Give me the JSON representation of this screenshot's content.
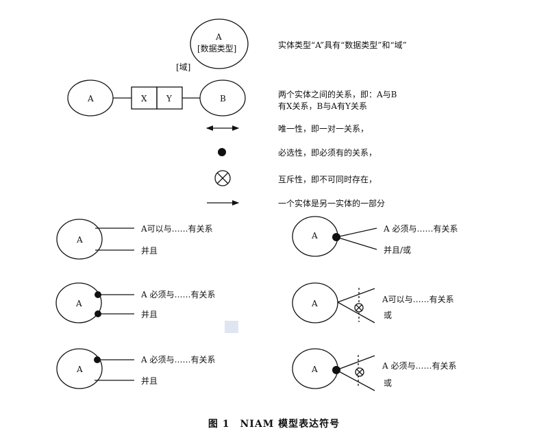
{
  "legend": {
    "entity_letter": "A",
    "data_type": "[数据类型]",
    "domain": "[域]",
    "entity_desc": "实体类型“A”具有“数据类型”和“域”",
    "rel_a": "A",
    "rel_b": "B",
    "rel_x": "X",
    "rel_y": "Y",
    "rel_desc_1": "两个实体之间的关系，即：A与B",
    "rel_desc_2": "有X关系，B与A有Y关系",
    "unique_desc": "唯一性，即一对一关系，",
    "mandatory_desc": "必选性，即必须有的关系，",
    "exclusive_desc": "互斥性，即不可同时存在，",
    "subtype_desc": "一个实体是另一实体的一部分"
  },
  "examples": {
    "left": [
      {
        "entity": "A",
        "line1": "A可以与……有关系",
        "line2": "并且"
      },
      {
        "entity": "A",
        "line1": "A 必须与……有关系",
        "line2": "并且"
      },
      {
        "entity": "A",
        "line1": "A 必须与……有关系",
        "line2": "并且"
      }
    ],
    "right": [
      {
        "entity": "A",
        "line1": "A 必须与……有关系",
        "line2": "并且/或"
      },
      {
        "entity": "A",
        "line1": "A可以与……有关系",
        "line2": "或"
      },
      {
        "entity": "A",
        "line1": "A 必须与……有关系",
        "line2": "或"
      }
    ]
  },
  "caption": "图 1　NIAM 模型表达符号"
}
